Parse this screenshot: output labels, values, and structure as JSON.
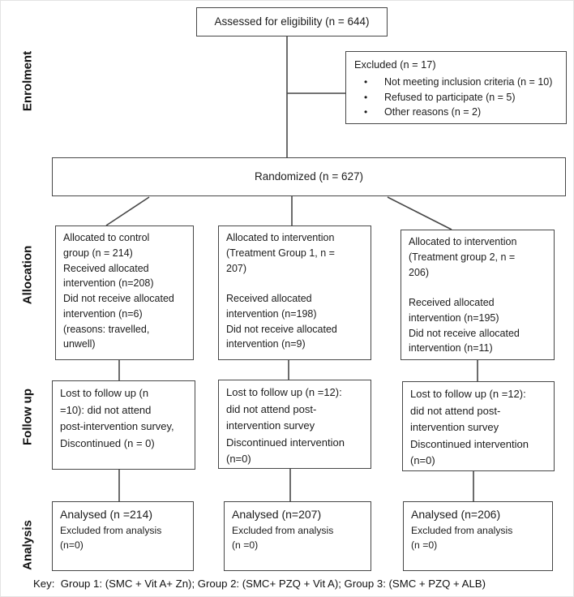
{
  "figure": {
    "key_line": "Key:  Group 1: (SMC + Vit A+ Zn); Group 2: (SMC+ PZQ + Vit A); Group 3: (SMC + PZQ + ALB)"
  },
  "stages": {
    "enrolment": "Enrolment",
    "allocation": "Allocation",
    "follow_up": "Follow up",
    "analysis": "Analysis"
  },
  "boxes": {
    "assessed": {
      "text": "Assessed for eligibility (n = 644)"
    },
    "excluded": {
      "title": "Excluded (n = 17)",
      "bullet_char": "•",
      "bullets": [
        "Not meeting inclusion criteria (n = 10)",
        "Refused to participate (n = 5)",
        "Other reasons (n = 2)"
      ]
    },
    "randomized": {
      "text": "Randomized (n = 627)"
    },
    "alloc_control": {
      "text": "Allocated to control\ngroup (n = 214)\nReceived allocated\nintervention (n=208)\nDid not receive allocated\nintervention (n=6)\n(reasons: travelled,\nunwell)"
    },
    "alloc_group1": {
      "text": "Allocated to intervention\n(Treatment Group 1, n =\n207)\n\nReceived allocated\nintervention (n=198)\nDid not receive allocated\nintervention (n=9)"
    },
    "alloc_group2": {
      "text": "Allocated to intervention\n(Treatment group 2, n =\n206)\n\nReceived allocated\nintervention (n=195)\nDid not receive allocated\nintervention (n=11)"
    },
    "followup_control": {
      "text": "Lost to follow up (n\n=10): did not attend\npost-intervention survey,\nDiscontinued (n = 0)"
    },
    "followup_group1": {
      "text": "Lost to follow up (n =12):\ndid not attend post-\nintervention survey\nDiscontinued intervention\n(n=0)"
    },
    "followup_group2": {
      "text": "Lost to follow up (n =12):\ndid not attend post-\nintervention survey\nDiscontinued intervention\n(n=0)"
    },
    "analysed_control": {
      "title": "Analysed (n =214)",
      "sub": "Excluded from analysis\n(n=0)"
    },
    "analysed_group1": {
      "title": "Analysed (n=207)",
      "sub": "Excluded from analysis\n(n =0)"
    },
    "analysed_group2": {
      "title": "Analysed (n=206)",
      "sub": "Excluded from analysis\n(n =0)"
    }
  },
  "colors": {
    "border": "#474747",
    "line": "#474747",
    "text": "#1c1c1c"
  }
}
